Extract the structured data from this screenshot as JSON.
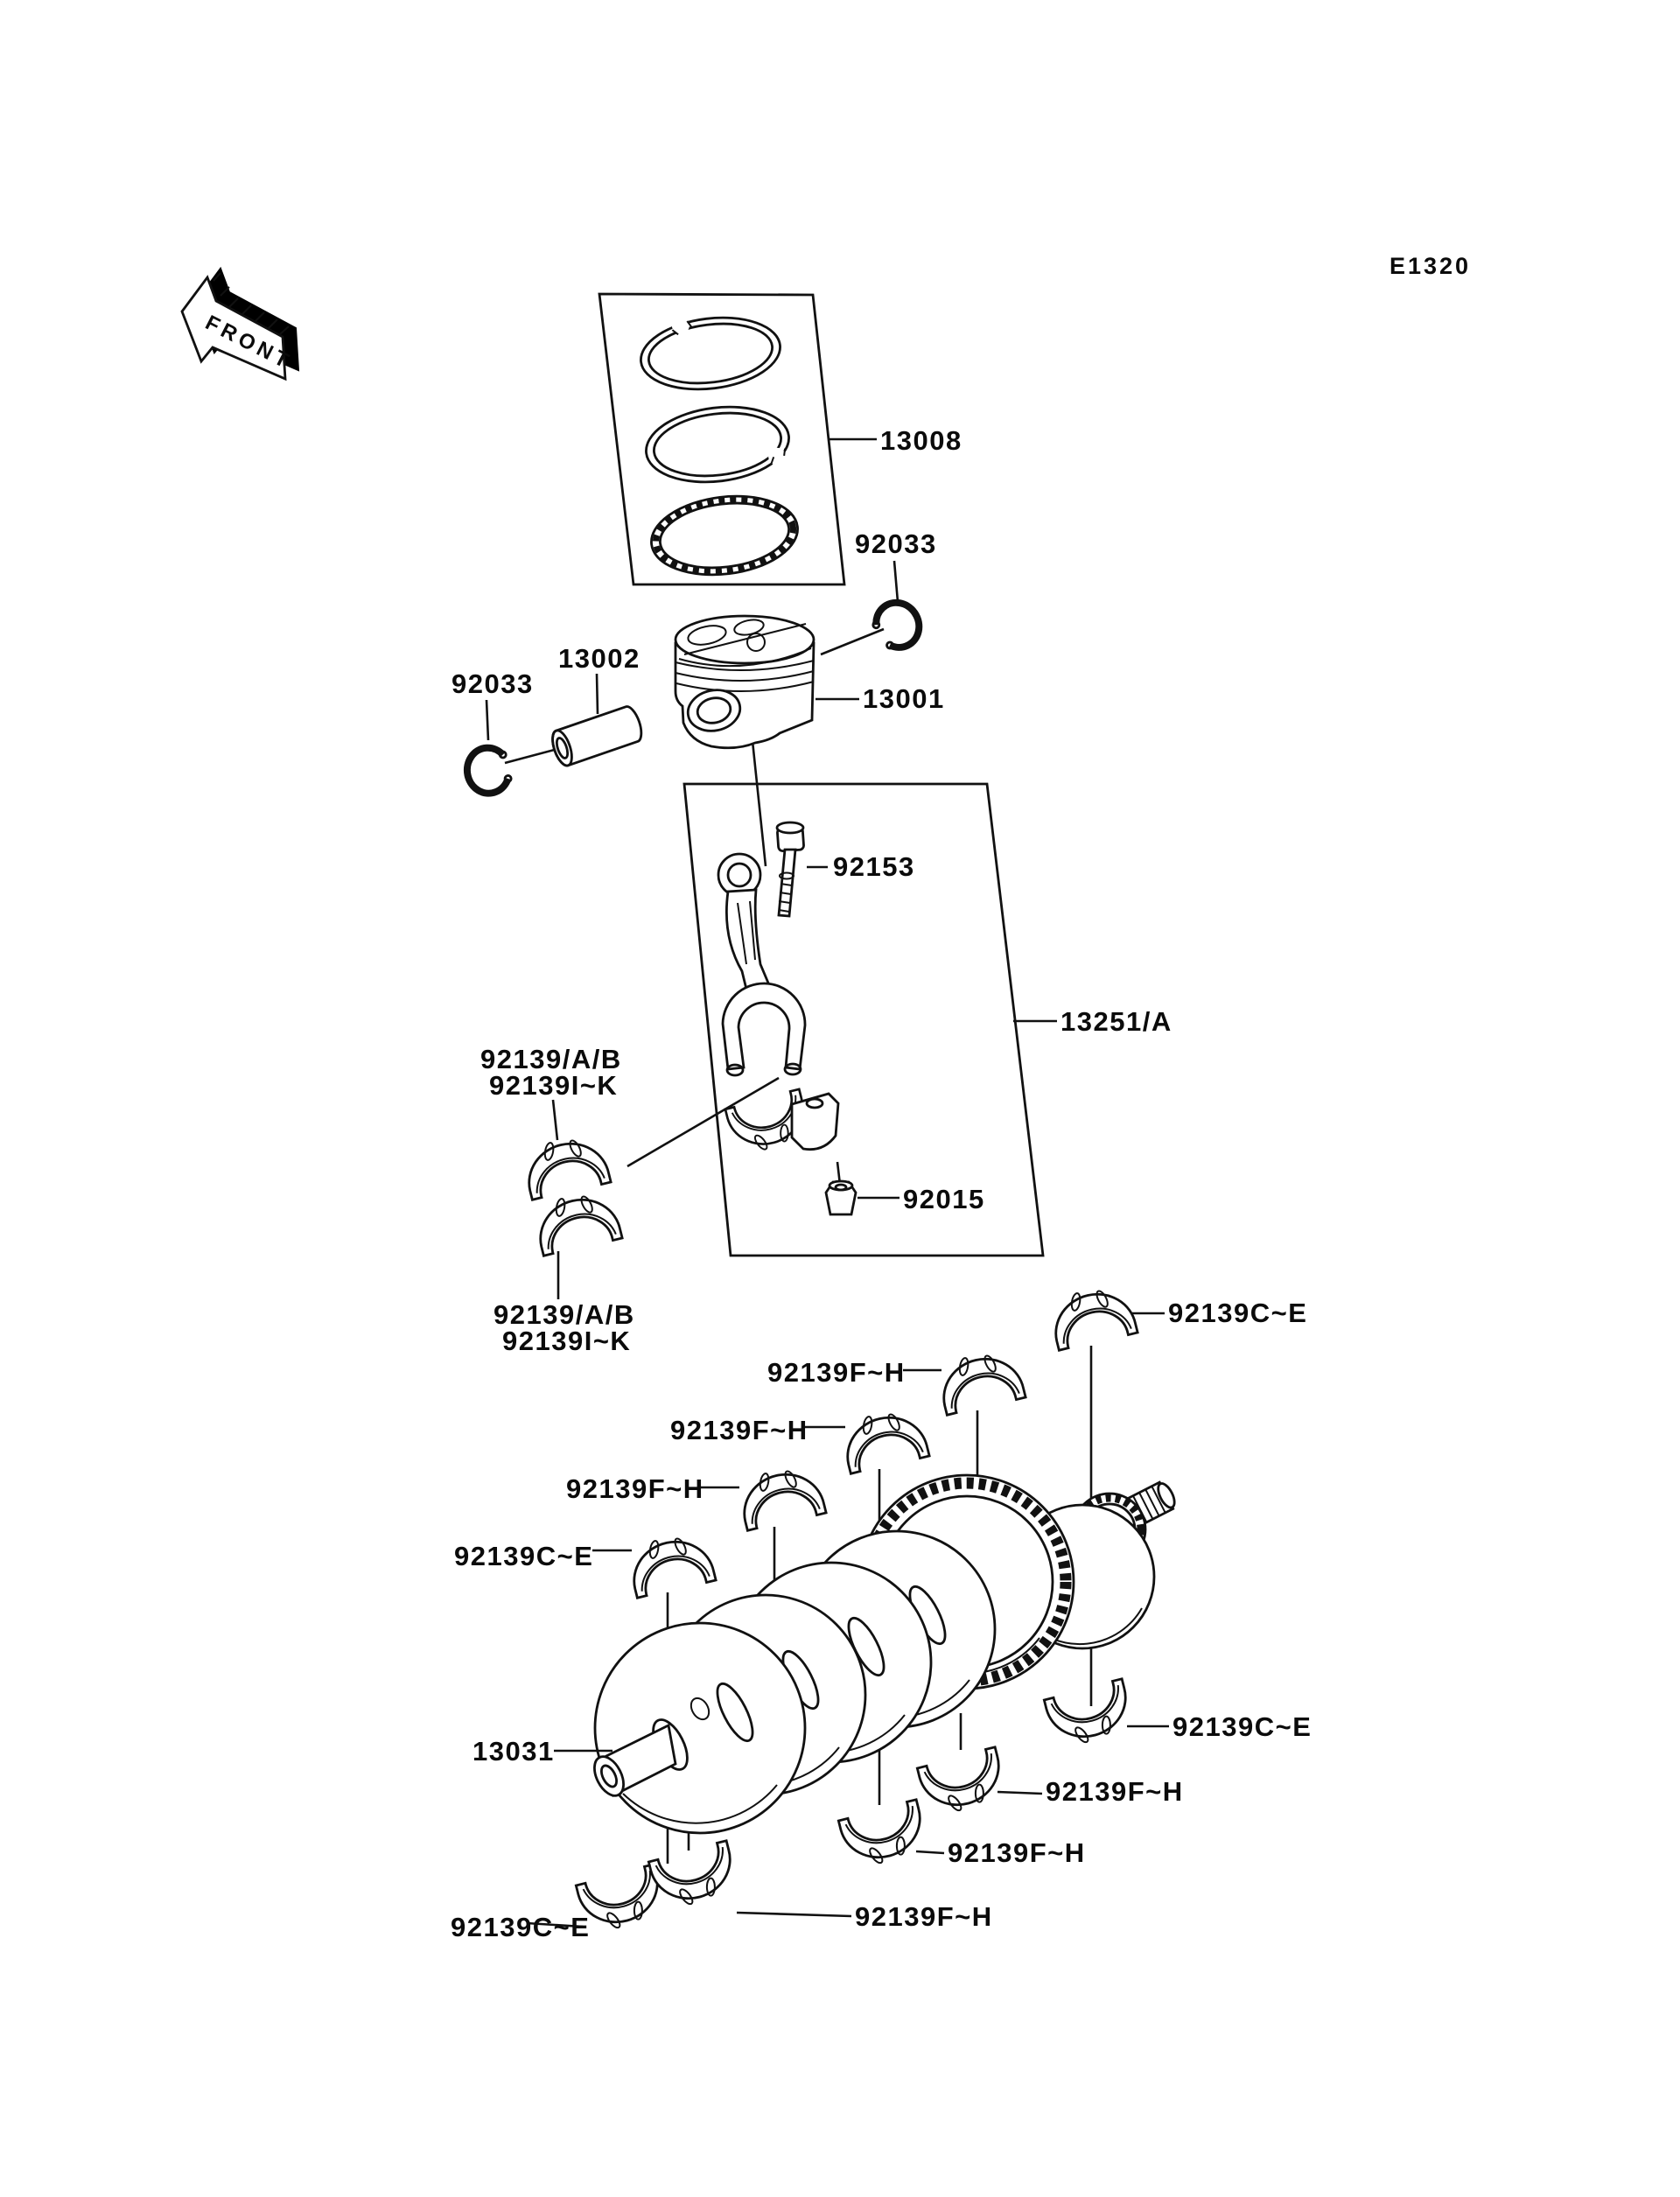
{
  "diagram": {
    "code": "E1320",
    "orientation_marker": "FRONT",
    "labels": {
      "rings": "13008",
      "circlip_right": "92033",
      "piston_pin": "13002",
      "circlip_left": "92033",
      "piston": "13001",
      "rod_bolt": "92153",
      "connecting_rod": "13251/A",
      "rod_bearing_top_a": "92139/A/B",
      "rod_bearing_top_b": "92139I~K",
      "rod_nut": "92015",
      "rod_bearing_bottom_a": "92139/A/B",
      "rod_bearing_bottom_b": "92139I~K",
      "main_bearing_ce_top_right": "92139C~E",
      "main_bearing_fh_top_1": "92139F~H",
      "main_bearing_fh_top_2": "92139F~H",
      "main_bearing_fh_top_3": "92139F~H",
      "main_bearing_ce_top_left": "92139C~E",
      "crankshaft": "13031",
      "main_bearing_ce_bottom_right": "92139C~E",
      "main_bearing_fh_bottom_1": "92139F~H",
      "main_bearing_fh_bottom_2": "92139F~H",
      "main_bearing_fh_bottom_3": "92139F~H",
      "main_bearing_ce_bottom_left": "92139C~E"
    }
  }
}
